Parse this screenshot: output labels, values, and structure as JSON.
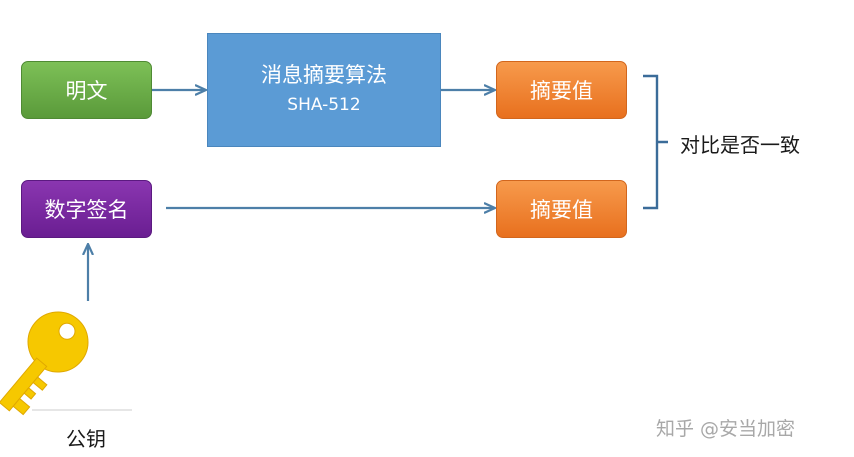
{
  "nodes": {
    "plaintext": "明文",
    "hash_algorithm_title": "消息摘要算法",
    "hash_algorithm_name": "SHA-512",
    "digest_top": "摘要值",
    "digital_signature": "数字签名",
    "digest_bottom": "摘要值"
  },
  "compare_label": "对比是否一致",
  "public_key_label": "公钥",
  "watermark": "知乎 @安当加密",
  "icons": {
    "key": "key-icon"
  },
  "colors": {
    "plaintext_box": "#6aaa47",
    "algorithm_box": "#5b9bd5",
    "digest_box": "#f0823a",
    "signature_box": "#7a2aa2",
    "arrow": "#4d7fa8",
    "bracket": "#3b6c99",
    "key": "#f6c800"
  }
}
